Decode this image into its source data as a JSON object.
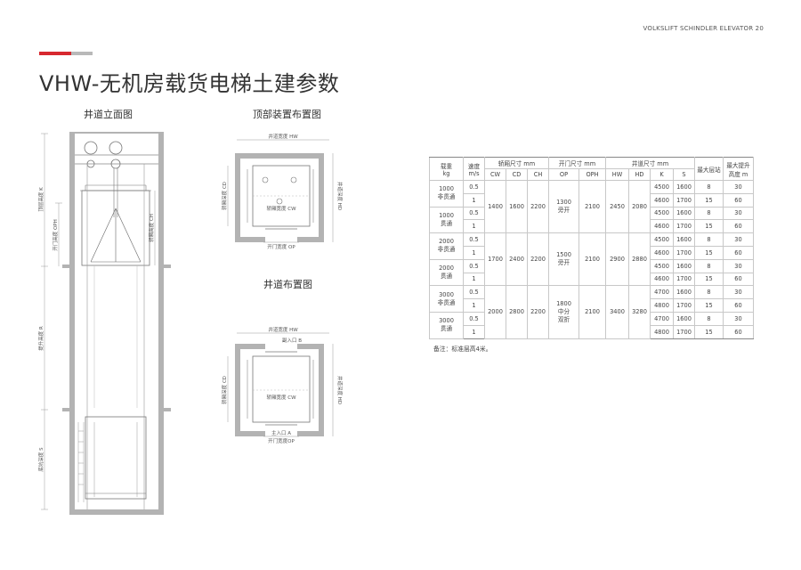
{
  "header": {
    "brand_line": "VOLKSLIFT SCHINDLER ELEVATOR 20",
    "title": "VHW-无机房载货电梯土建参数",
    "accent_color": "#d7282f"
  },
  "diagrams": {
    "elevation": {
      "title": "井道立面图",
      "labels": {
        "top_height": "顶层高度 K",
        "door_height": "开门高度 OPH",
        "car_height": "轿厢高度 CH",
        "travel_height": "提升高度 R",
        "pit_depth": "底坑深度 S"
      }
    },
    "top_layout": {
      "title": "顶部装置布置图",
      "labels": {
        "shaft_width": "井道宽度 HW",
        "shaft_depth": "井道深度 HD",
        "car_depth": "轿厢深度 CD",
        "car_width": "轿厢宽度 CW",
        "door_width": "开门宽度 OP"
      }
    },
    "shaft_layout": {
      "title": "井道布置图",
      "labels": {
        "shaft_width": "井道宽度 HW",
        "entrance_b": "副入口 B",
        "car_depth": "轿厢深度 CD",
        "car_width": "轿厢宽度 CW",
        "shaft_depth": "井道深度 HD",
        "entrance_a": "主入口 A",
        "door_width": "开门宽度OP"
      }
    }
  },
  "table": {
    "headers": {
      "load": "载重",
      "load_unit": "kg",
      "speed": "速度",
      "speed_unit": "m/s",
      "car_size": "轿厢尺寸 mm",
      "door_size": "开门尺寸 mm",
      "shaft_size": "井道尺寸 mm",
      "max_stops": "最大层站",
      "max_travel": "最大提升",
      "max_travel_unit": "高度 m",
      "cw": "CW",
      "cd": "CD",
      "ch": "CH",
      "op": "OP",
      "oph": "OPH",
      "hw": "HW",
      "hd": "HD",
      "k": "K",
      "s": "S"
    },
    "groups": [
      {
        "cw": "1400",
        "cd": "1600",
        "ch": "2200",
        "op_line1": "1300",
        "op_line2": "旁开",
        "op_line3": "",
        "oph": "2100",
        "hw": "2450",
        "hd": "2080",
        "models": [
          {
            "load": "1000",
            "type": "非贯通",
            "rows": [
              {
                "speed": "0.5",
                "k": "4500",
                "s": "1600",
                "stops": "8",
                "travel": "30"
              },
              {
                "speed": "1",
                "k": "4600",
                "s": "1700",
                "stops": "15",
                "travel": "60"
              }
            ]
          },
          {
            "load": "1000",
            "type": "贯通",
            "rows": [
              {
                "speed": "0.5",
                "k": "4500",
                "s": "1600",
                "stops": "8",
                "travel": "30"
              },
              {
                "speed": "1",
                "k": "4600",
                "s": "1700",
                "stops": "15",
                "travel": "60"
              }
            ]
          }
        ]
      },
      {
        "cw": "1700",
        "cd": "2400",
        "ch": "2200",
        "op_line1": "1500",
        "op_line2": "旁开",
        "op_line3": "",
        "oph": "2100",
        "hw": "2900",
        "hd": "2880",
        "models": [
          {
            "load": "2000",
            "type": "非贯通",
            "rows": [
              {
                "speed": "0.5",
                "k": "4500",
                "s": "1600",
                "stops": "8",
                "travel": "30"
              },
              {
                "speed": "1",
                "k": "4600",
                "s": "1700",
                "stops": "15",
                "travel": "60"
              }
            ]
          },
          {
            "load": "2000",
            "type": "贯通",
            "rows": [
              {
                "speed": "0.5",
                "k": "4500",
                "s": "1600",
                "stops": "8",
                "travel": "30"
              },
              {
                "speed": "1",
                "k": "4600",
                "s": "1700",
                "stops": "15",
                "travel": "60"
              }
            ]
          }
        ]
      },
      {
        "cw": "2000",
        "cd": "2800",
        "ch": "2200",
        "op_line1": "1800",
        "op_line2": "中分",
        "op_line3": "双折",
        "oph": "2100",
        "hw": "3400",
        "hd": "3280",
        "models": [
          {
            "load": "3000",
            "type": "非贯通",
            "rows": [
              {
                "speed": "0.5",
                "k": "4700",
                "s": "1600",
                "stops": "8",
                "travel": "30"
              },
              {
                "speed": "1",
                "k": "4800",
                "s": "1700",
                "stops": "15",
                "travel": "60"
              }
            ]
          },
          {
            "load": "3000",
            "type": "贯通",
            "rows": [
              {
                "speed": "0.5",
                "k": "4700",
                "s": "1600",
                "stops": "8",
                "travel": "30"
              },
              {
                "speed": "1",
                "k": "4800",
                "s": "1700",
                "stops": "15",
                "travel": "60"
              }
            ]
          }
        ]
      }
    ],
    "note": "备注：标准层高4米。"
  }
}
